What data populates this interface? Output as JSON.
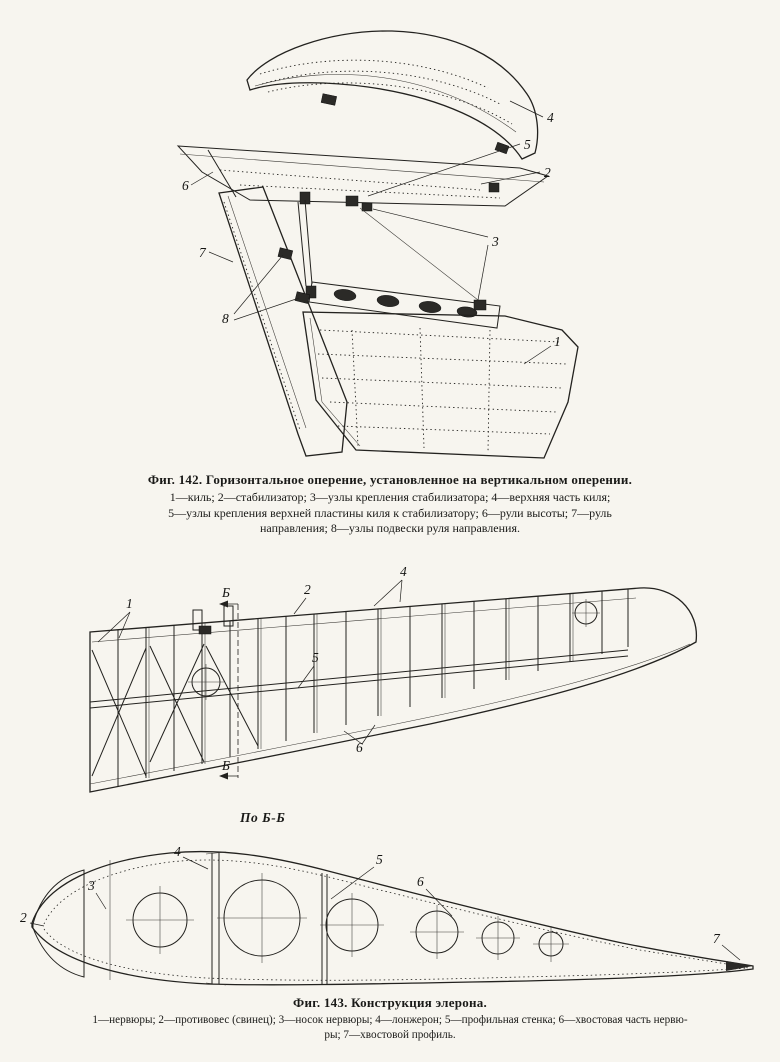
{
  "figure142": {
    "caption": "Фиг. 142. Горизонтальное оперение, установленное на вертикальном оперении.",
    "legend": [
      "1—киль; 2—стабилизатор; 3—узлы крепления стабилизатора; 4—верхняя часть киля;",
      "5—узлы крепления верхней пластины киля к стабилизатору; 6—рули высоты; 7—руль",
      "направления; 8—узлы подвески руля направления."
    ],
    "callouts": {
      "k1": "1",
      "k2": "2",
      "k3": "3",
      "k4": "4",
      "k5": "5",
      "k6": "6",
      "k7": "7",
      "k8": "8"
    }
  },
  "figure143": {
    "caption": "Фиг. 143. Конструкция элерона.",
    "legend": [
      "1—нервюры; 2—противовес (свинец); 3—носок нервюры; 4—лонжерон; 5—профильная стенка; 6—хвостовая часть нервю-",
      "ры; 7—хвостовой профиль."
    ],
    "section_view_label": "По Б-Б",
    "section_letter": "Б",
    "plan_callouts": {
      "k1": "1",
      "k2": "2",
      "k4": "4",
      "k5": "5",
      "k6": "6"
    },
    "section_callouts": {
      "k2": "2",
      "k3": "3",
      "k4": "4",
      "k5": "5",
      "k6": "6",
      "k7": "7"
    }
  }
}
